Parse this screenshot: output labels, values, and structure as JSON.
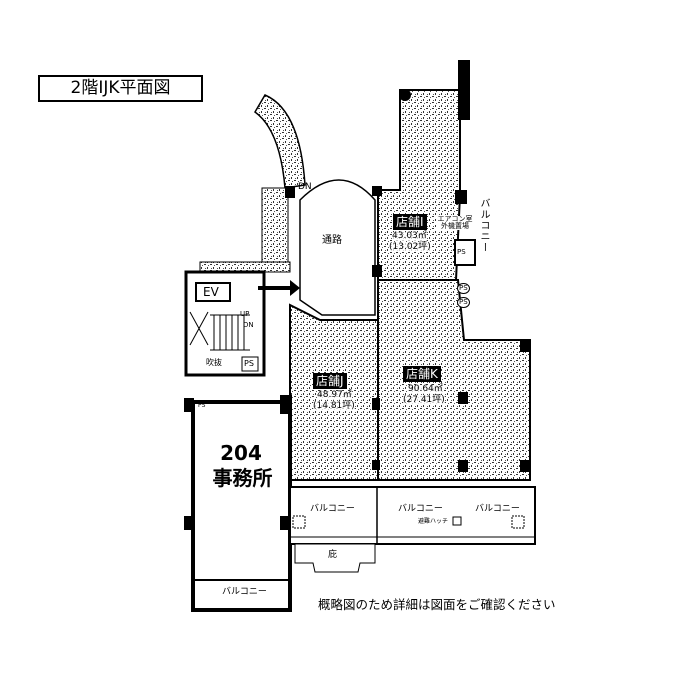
{
  "title": "2階IJK平面図",
  "corridor": {
    "label": "通路",
    "dn": "DN"
  },
  "store_i": {
    "name": "店舗I",
    "area": "43.03㎡",
    "tsubo": "(13.02坪)"
  },
  "aircon": "エアコン室外機置場",
  "right_balcony": "バルコニー",
  "ps_labels": [
    "PS",
    "PS",
    "PS",
    "PS",
    "PS"
  ],
  "stairwell": {
    "ev": "EV",
    "up": "UP",
    "dn": "DN",
    "void": "吹抜"
  },
  "store_j": {
    "name": "店舗J",
    "area": "48.97㎡",
    "tsubo": "(14.81坪)"
  },
  "store_k": {
    "name": "店舗K",
    "area": "90.64㎡",
    "tsubo": "(27.41坪)"
  },
  "office": {
    "number": "204",
    "name": "事務所",
    "balcony": "バルコニー"
  },
  "balconies": [
    "バルコニー",
    "バルコニー",
    "バルコニー"
  ],
  "escape_hatch": "避難ハッチ",
  "canopy": "庇",
  "note": "概略図のため詳細は図面をご確認ください"
}
